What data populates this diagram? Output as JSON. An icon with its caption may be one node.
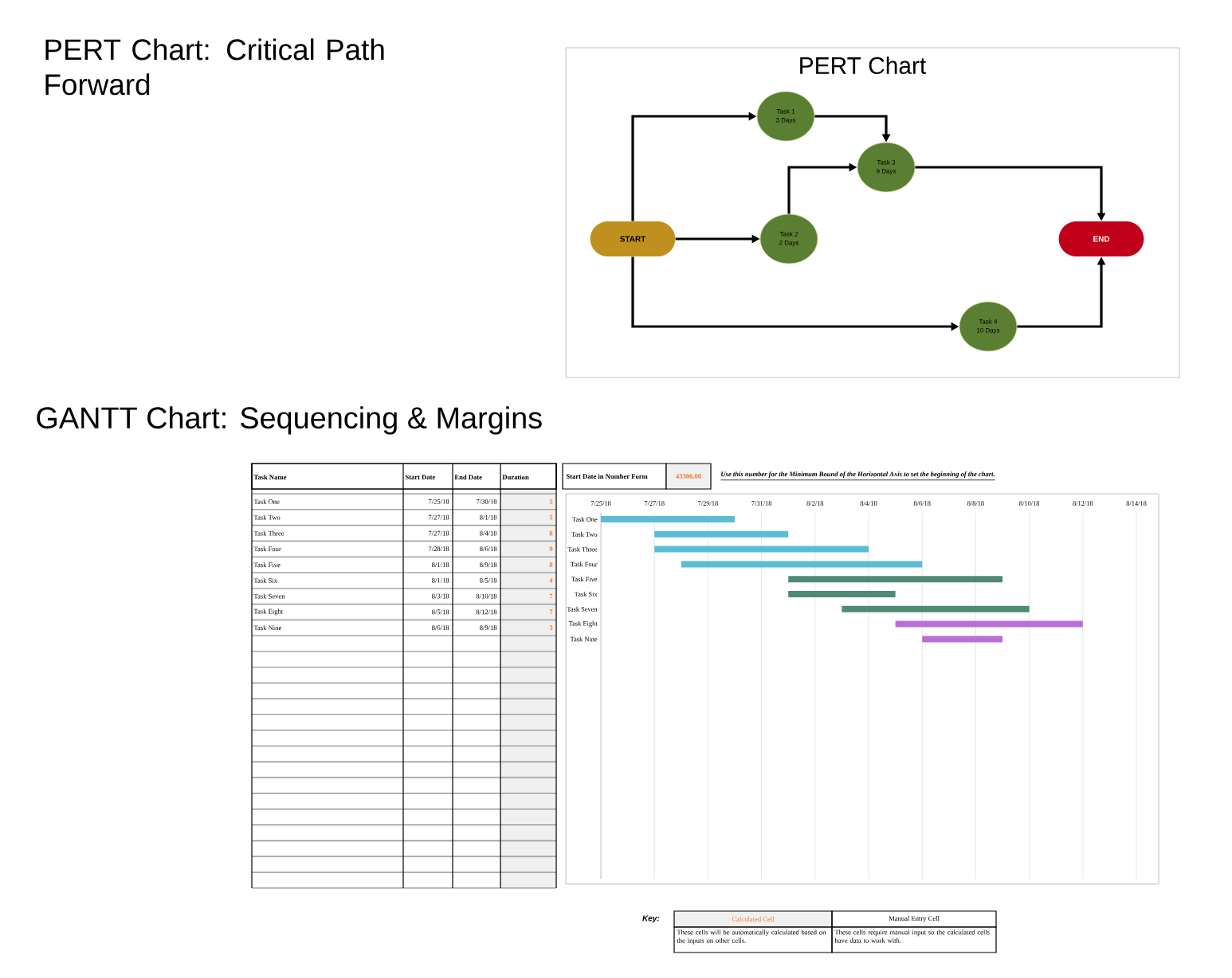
{
  "diagram": {
    "title": "PERT Chart: Critical Path Forward",
    "nodes": [
      {
        "text": [
          "Task 1",
          "3 Days"
        ]
      },
      {
        "text": [
          "Task 3",
          "9 Days"
        ]
      },
      {
        "text": [
          "START"
        ]
      },
      {
        "text": [
          "Task 2",
          "2 Days"
        ]
      },
      {
        "text": [
          "END"
        ]
      },
      {
        "text": [
          "Task 4",
          "10 Days"
        ]
      }
    ],
    "edges": [
      {
        "from": 2,
        "to": 0,
        "arrow": "to"
      },
      {
        "from": 0,
        "to": 1,
        "arrow": "to"
      },
      {
        "from": 2,
        "to": 3,
        "arrow": "to"
      },
      {
        "from": 3,
        "to": 1,
        "arrow": "to"
      },
      {
        "from": 1,
        "to": 4,
        "arrow": "to"
      },
      {
        "from": 2,
        "to": 5,
        "arrow": "to"
      },
      {
        "from": 5,
        "to": 4,
        "arrow": "to"
      }
    ],
    "labels": [
      "PERT Chart",
      "GANTT Chart: Sequencing & Margins",
      "Task Name",
      "Start Date",
      "End Date",
      "Duration",
      "Task One",
      "7/25/18",
      "7/30/18",
      "5",
      "Task Two",
      "7/27/18",
      "8/1/18",
      "5",
      "Task Three",
      "7/27/18",
      "8/4/18",
      "8",
      "Task Four",
      "7/28/18",
      "8/6/18",
      "9",
      "Task Five",
      "8/1/18",
      "8/9/18",
      "8",
      "Task Six",
      "8/1/18",
      "8/5/18",
      "4",
      "Task Seven",
      "8/3/18",
      "8/10/18",
      "7",
      "Task Eight",
      "8/5/18",
      "8/12/18",
      "7",
      "Task Nine",
      "8/6/18",
      "8/9/18",
      "3",
      "Start Date in Number Form",
      "43306.00",
      "Use this number for the Minimum Bound of the Horizontal Axis to set the beginning of the chart.",
      "7/25/18",
      "7/27/18",
      "7/29/18",
      "7/31/18",
      "8/2/18",
      "8/4/18",
      "8/6/18",
      "8/8/18",
      "8/10/18",
      "8/12/18",
      "8/14/18",
      "Task One",
      "Task Two",
      "Task Three",
      "Task Four",
      "Task Five",
      "Task Six",
      "Task Seven",
      "Task Eight",
      "Task Nine",
      "Key:",
      "Calculated Cell",
      "Manual Entry Cell",
      "These cells will be automatically calculated based on the inputs on other cells.",
      "These cells require manual input so the calculated cells have data to work with."
    ]
  }
}
